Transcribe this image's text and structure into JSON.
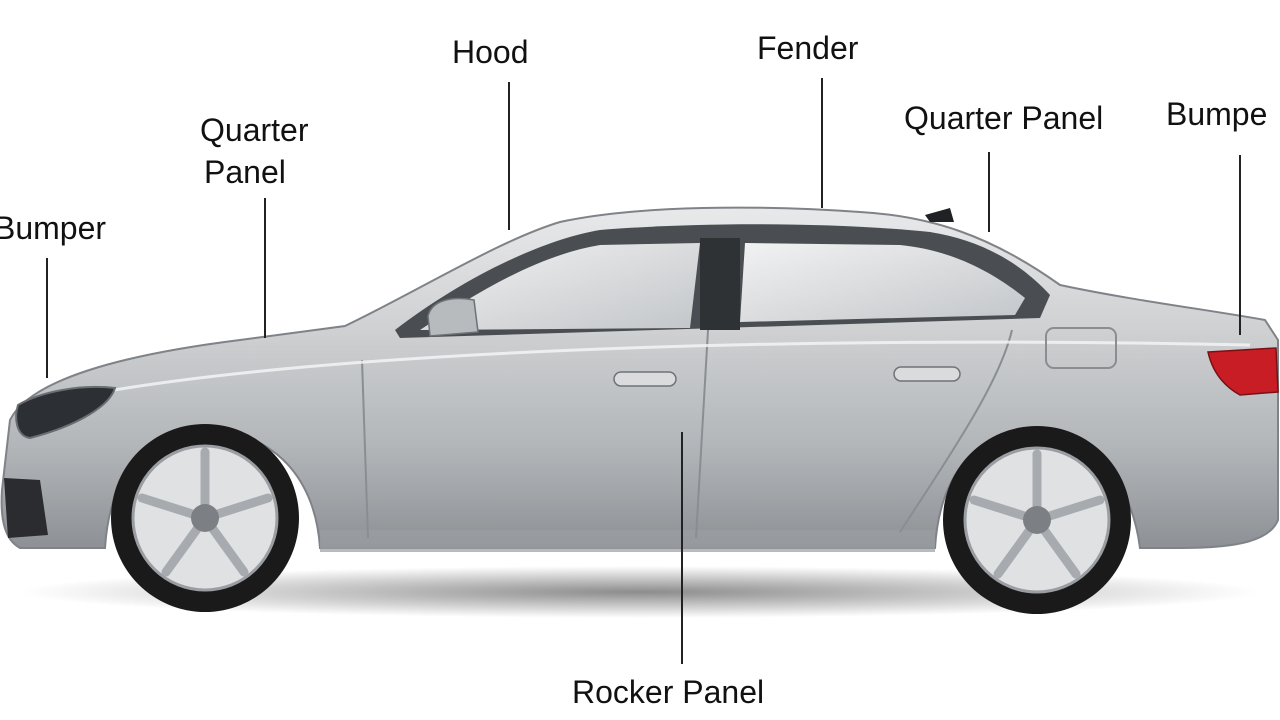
{
  "labels": {
    "hood": "Hood",
    "fender": "Fender",
    "quarter_panel_left_line1": "Quarter",
    "quarter_panel_left_line2": "Panel",
    "quarter_panel_right": "Quarter Panel",
    "bumper_left": "Bumper",
    "bumper_right": "Bumpe",
    "rocker_panel": "Rocker Panel"
  },
  "colors": {
    "body": "#c9cbcd",
    "body_dark": "#9ea2a6",
    "glass": "#d6d9dc",
    "tyre": "#1a1a1a",
    "rim": "#dfe1e3",
    "taillight": "#c81d25",
    "text": "#111111"
  }
}
